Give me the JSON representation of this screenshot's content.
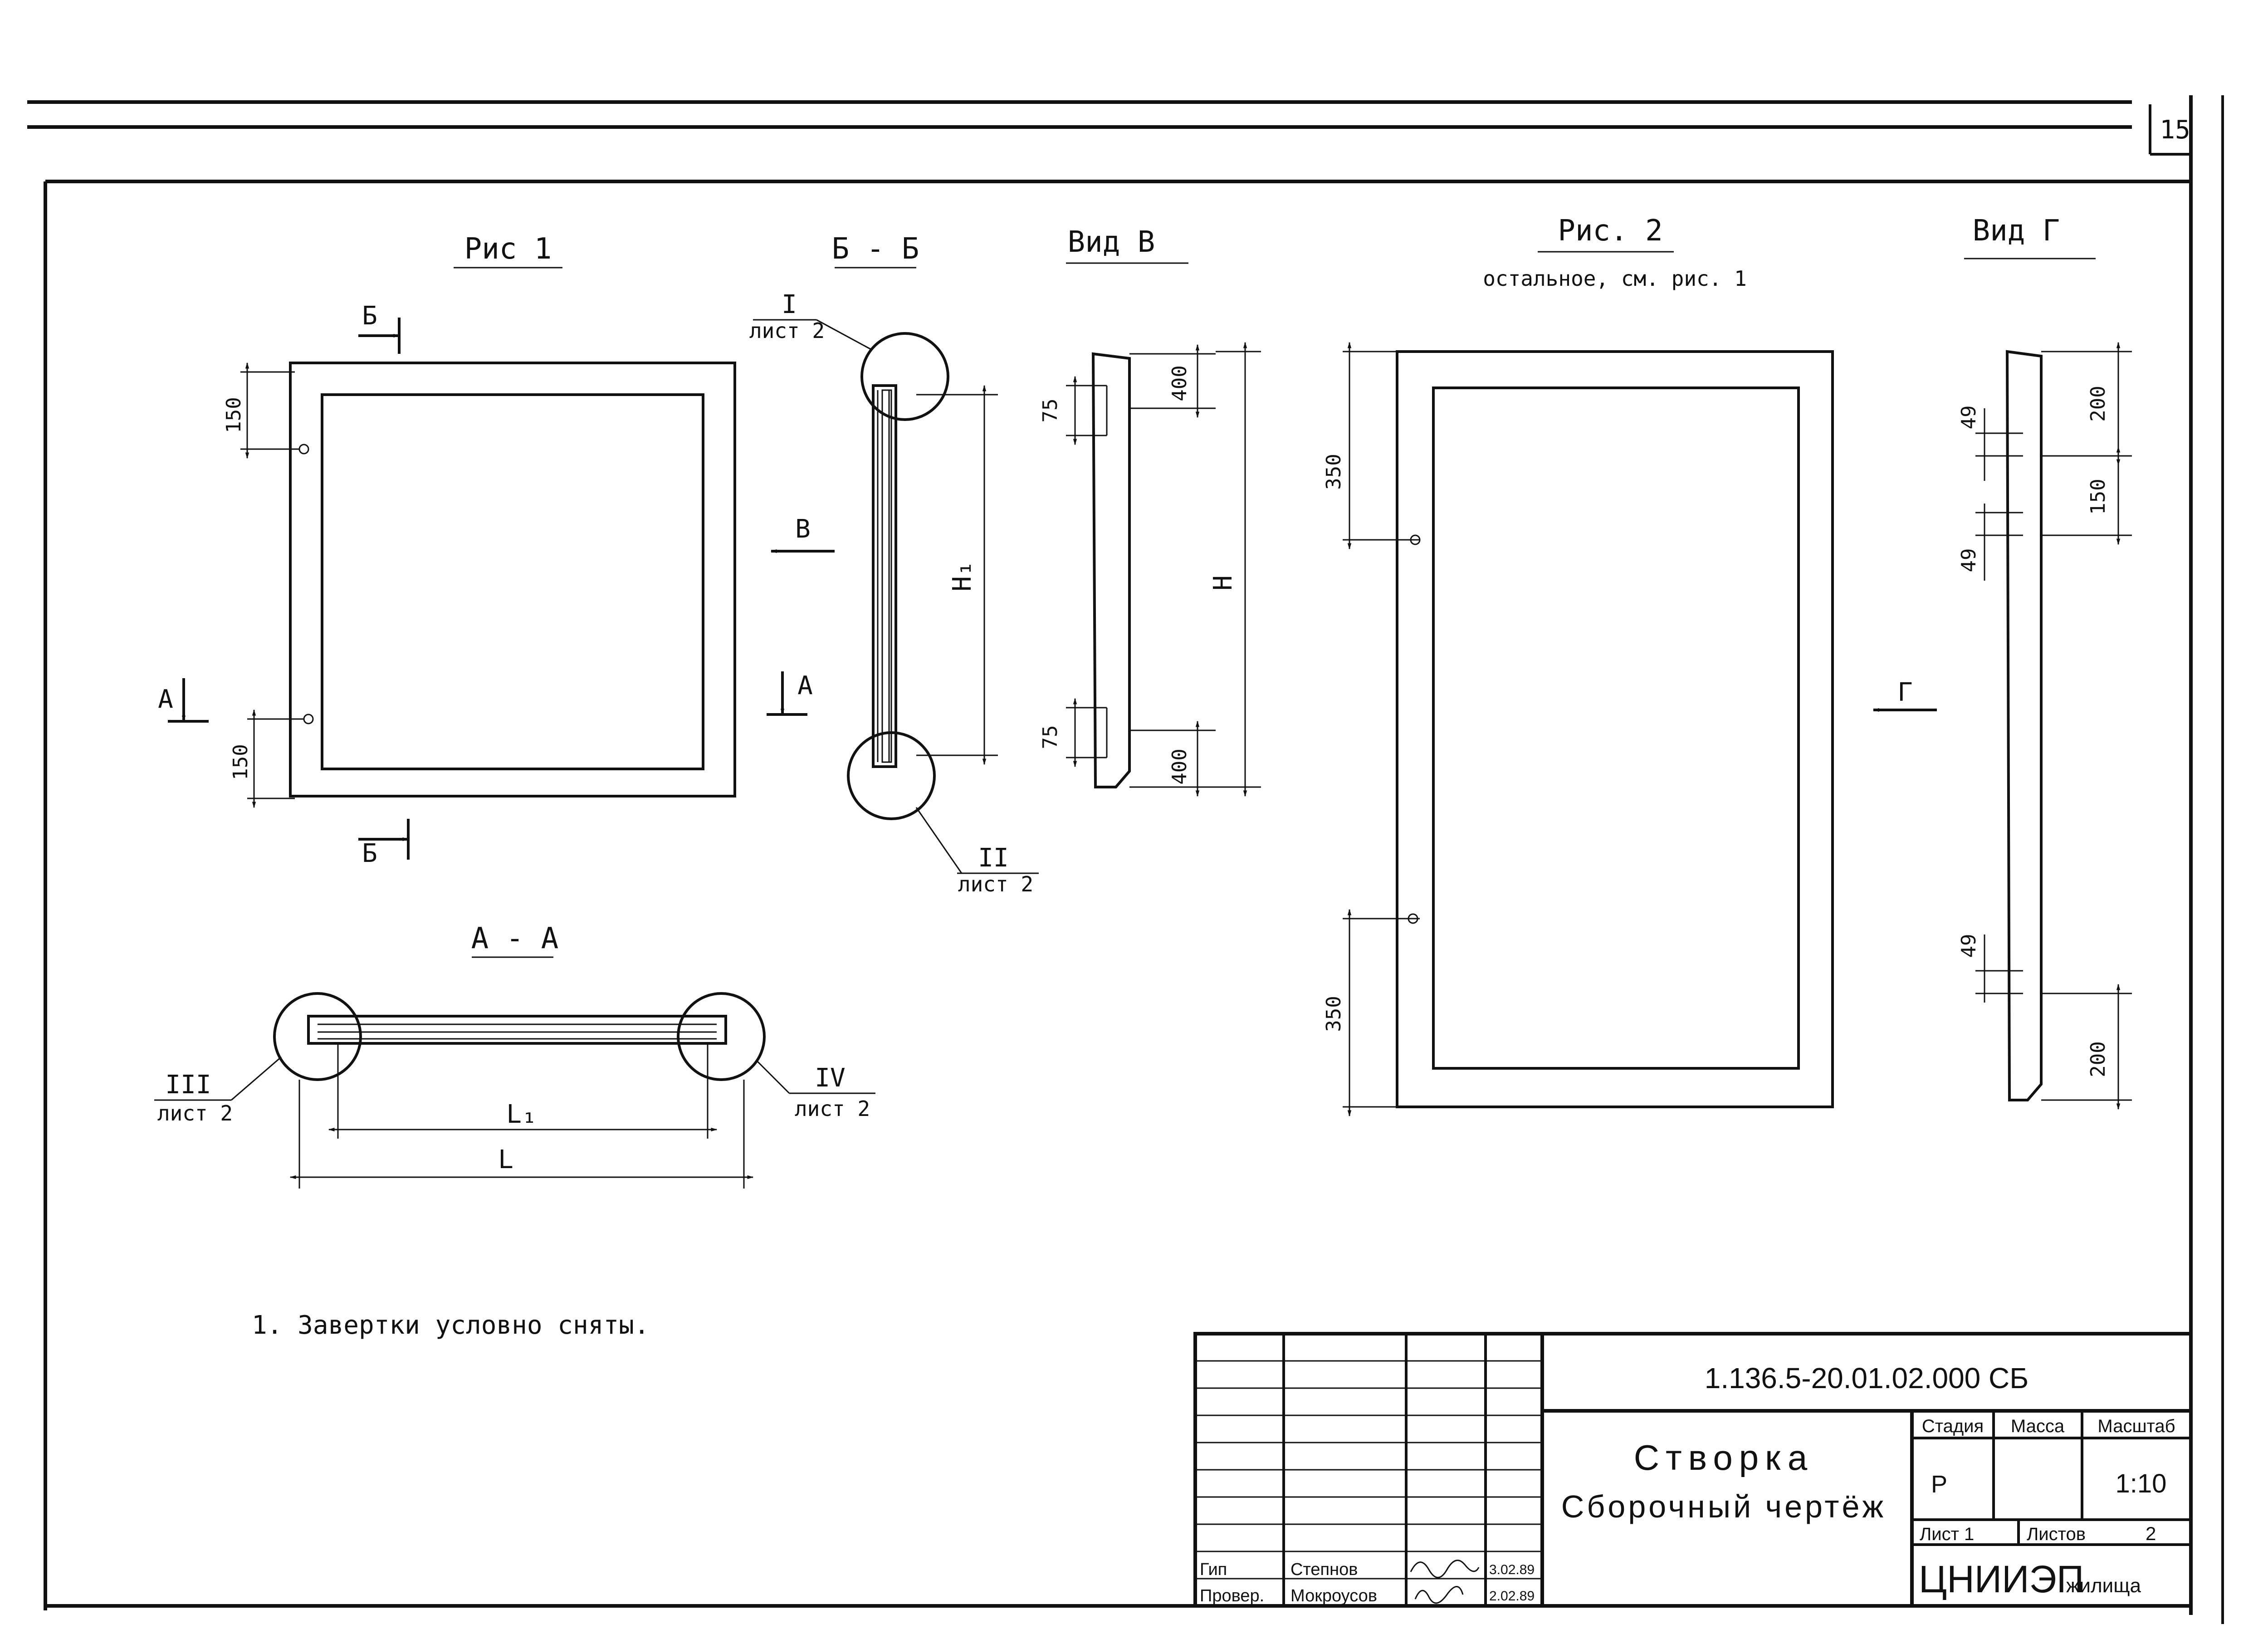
{
  "sheet": {
    "number": "15"
  },
  "figure1": {
    "title": "Рис 1",
    "section_b": "Б",
    "section_a": "А",
    "view_v": "В",
    "dim_150_top": "150",
    "dim_150_bottom": "150"
  },
  "section_bb": {
    "title": "Б - Б",
    "callout_1_num": "I",
    "callout_1_sheet": "лист 2",
    "callout_2_num": "II",
    "callout_2_sheet": "лист 2",
    "dim_h1": "H₁"
  },
  "view_v": {
    "title": "Вид В",
    "dim_75_top": "75",
    "dim_400_top": "400",
    "dim_75_bottom": "75",
    "dim_400_bottom": "400",
    "dim_h": "H"
  },
  "section_aa": {
    "title": "А - А",
    "callout_3_num": "III",
    "callout_3_sheet": "лист 2",
    "callout_4_num": "IV",
    "callout_4_sheet": "лист 2",
    "dim_l1": "L₁",
    "dim_l": "L"
  },
  "figure2": {
    "title": "Рис. 2",
    "subtitle": "остальное, см. рис. 1",
    "dim_350_top": "350",
    "dim_350_bottom": "350",
    "view_g": "Г"
  },
  "view_g": {
    "title": "Вид Г",
    "dim_49_a": "49",
    "dim_200_top": "200",
    "dim_150": "150",
    "dim_49_b": "49",
    "dim_49_c": "49",
    "dim_200_bottom": "200"
  },
  "note": "1. Завертки условно сняты.",
  "title_block": {
    "designation": "1.136.5-20.01.02.000 СБ",
    "name_line1": "Створка",
    "name_line2": "Сборочный чертёж",
    "stage_label": "Стадия",
    "mass_label": "Масса",
    "scale_label": "Масштаб",
    "stage_value": "Р",
    "scale_value": "1:10",
    "sheet_label": "Лист 1",
    "sheets_label": "Листов",
    "sheets_value": "2",
    "org": "ЦНИИЭП",
    "org_suffix": "жилища",
    "rows": [
      {
        "role": "Гип",
        "name": "Степнов",
        "date": "3.02.89"
      },
      {
        "role": "Провер.",
        "name": "Мокроусов",
        "date": "2.02.89"
      }
    ]
  }
}
